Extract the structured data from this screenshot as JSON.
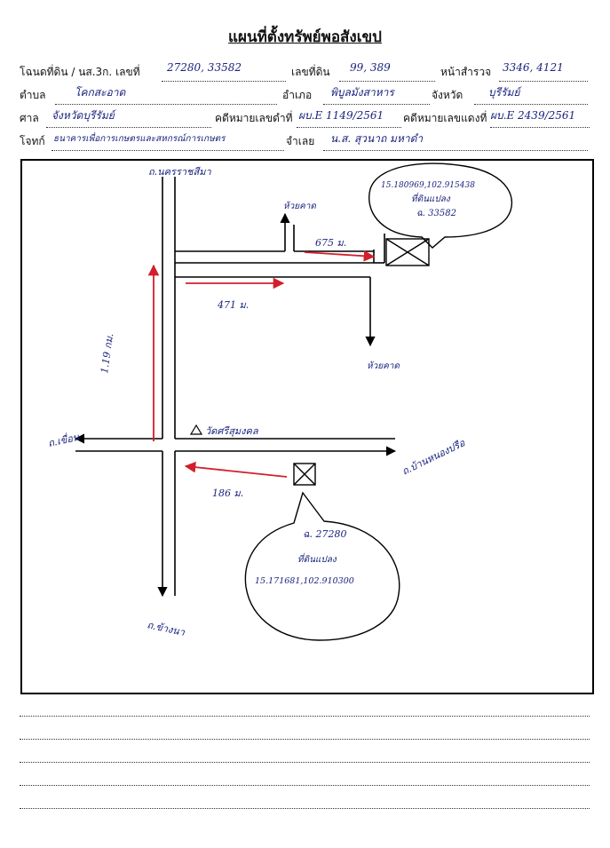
{
  "title": "แผนที่ตั้งทรัพย์พอสังเขป",
  "form": {
    "row1": {
      "label_deed": "โฉนดที่ดิน / นส.3ก. เลขที่",
      "deed_no": "27280, 33582",
      "label_land_no": "เลขที่ดิน",
      "land_no": "99, 389",
      "label_survey": "หน้าสำรวจ",
      "survey_no": "3346, 4121"
    },
    "row2": {
      "label_subdistrict": "ตำบล",
      "subdistrict": "โคกสะอาด",
      "label_district": "อำเภอ",
      "district": "พิบูลมังสาหาร",
      "label_province": "จังหวัด",
      "province": "บุรีรัมย์"
    },
    "row3": {
      "label_court": "ศาล",
      "court": "จังหวัดบุรีรัมย์",
      "label_black_case": "คดีหมายเลขดำที่",
      "black_case": "ผบ.E 1149/2561",
      "label_red_case": "คดีหมายเลขแดงที่",
      "red_case": "ผบ.E 2439/2561"
    },
    "row4": {
      "label_plaintiff": "โจทก์",
      "plaintiff": "ธนาคารเพื่อการเกษตรและสหกรณ์การเกษตร",
      "label_defendant": "จำเลย",
      "defendant": "น.ส. สุวนาถ มหาดำ"
    }
  },
  "map": {
    "road_north": "ถ.นครราชสีมา",
    "road_west": "ถ.เขื่อน",
    "road_south": "ถ.ข้างนา",
    "road_east": "ถ.บ้านหนองปรือ",
    "branch_up": "ห้วยคาด",
    "branch_down": "ห้วยคาด",
    "landmark": "วัดศรีสุมงคล",
    "dist_vertical": "1.19 กม.",
    "dist_horizontal": "471 ม.",
    "dist_top": "675 ม.",
    "dist_bottom": "186 ม.",
    "parcel1": {
      "coords": "15.180969,102.915438",
      "label": "ที่ดินแปลง",
      "deed": "ฉ. 33582"
    },
    "parcel2": {
      "deed": "ฉ. 27280",
      "label": "ที่ดินแปลง",
      "coords": "15.171681,102.910300"
    }
  },
  "colors": {
    "ink": "#000000",
    "arrow": "#d21f2b",
    "handwriting": "#1a237e"
  }
}
